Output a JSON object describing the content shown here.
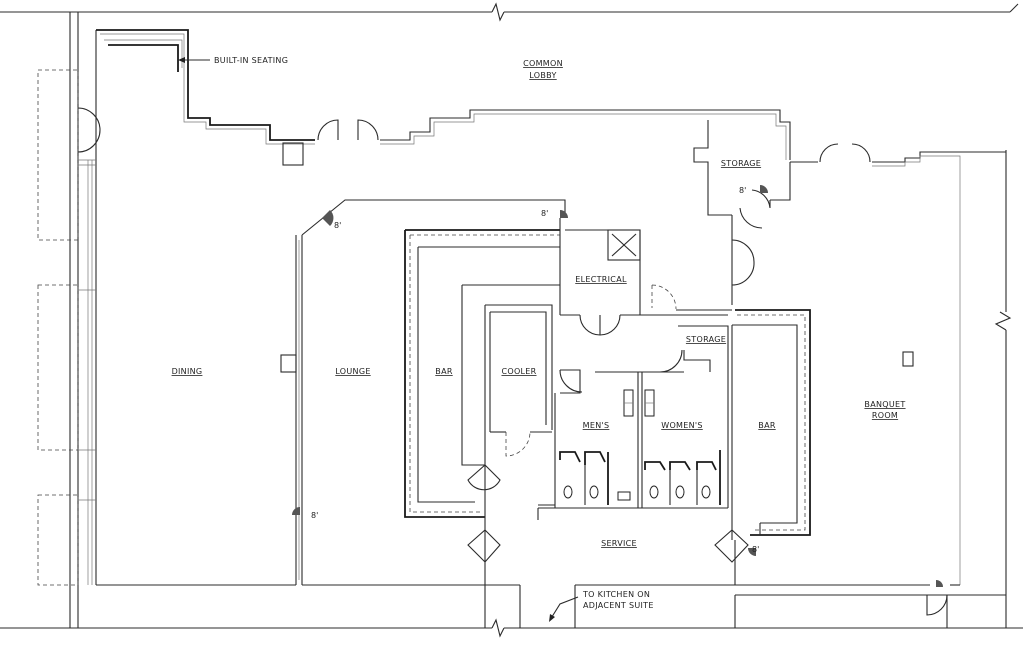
{
  "rooms": {
    "common_lobby_1": "COMMON",
    "common_lobby_2": "LOBBY",
    "dining": "DINING",
    "lounge": "LOUNGE",
    "bar_left": "BAR",
    "cooler": "COOLER",
    "electrical": "ELECTRICAL",
    "storage_top": "STORAGE",
    "storage_mid": "STORAGE",
    "mens": "MEN'S",
    "womens": "WOMEN'S",
    "bar_right": "BAR",
    "banquet_1": "BANQUET",
    "banquet_2": "ROOM",
    "service": "SERVICE"
  },
  "notes": {
    "built_in_seating": "BUILT-IN SEATING",
    "kitchen_1": "TO KITCHEN ON",
    "kitchen_2": "ADJACENT SUITE"
  },
  "dimensions": {
    "lounge_top": "8'",
    "center_top": "8'",
    "storage_door": "8'",
    "lounge_bottom": "8'",
    "service_right": "8'"
  }
}
